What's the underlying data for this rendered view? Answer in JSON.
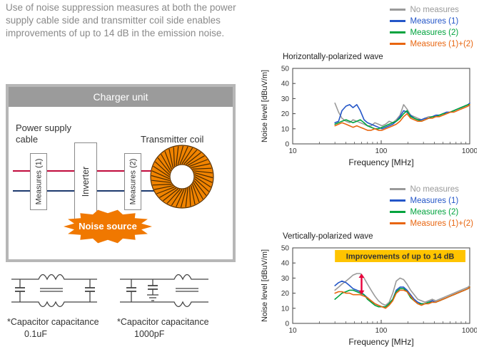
{
  "intro": {
    "text": "Use of noise suppression measures at both the power supply cable side and transmitter coil side enables improvements of up to 14 dB in the emission noise."
  },
  "diagram": {
    "title": "Charger unit",
    "power_supply_cable_label": "Power supply cable",
    "transmitter_coil_label": "Transmitter coil",
    "measures_1_label": "Measures (1)",
    "inverter_label": "Inverter",
    "measures_2_label": "Measures (2)",
    "noise_source_label": "Noise source",
    "colors": {
      "power_line_red": "#c00a3c",
      "power_line_blue": "#1d3a6e",
      "noise_source_orange": "#f07800",
      "coil_orange": "#f08300",
      "coil_winding_dark": "#4a2a00",
      "header_gray": "#9b9b9b"
    }
  },
  "schematics": [
    {
      "caption": "*Capacitor capacitance",
      "value": "0.1uF"
    },
    {
      "caption": "*Capacitor capacitance",
      "value": "1000pF"
    }
  ],
  "chart_data": [
    {
      "type": "line",
      "title": "Horizontally-polarized wave",
      "xlabel": "Frequency [MHz]",
      "ylabel": "Noise level [dBuV/m]",
      "xscale": "log",
      "xlim": [
        10,
        1000
      ],
      "ylim": [
        0,
        50
      ],
      "xticks": [
        10,
        100,
        1000
      ],
      "yticks": [
        0,
        10,
        20,
        30,
        40,
        50
      ],
      "grid": false,
      "legend_position": "top-right",
      "x": [
        30,
        33,
        36,
        40,
        44,
        48,
        53,
        58,
        64,
        70,
        77,
        85,
        93,
        102,
        112,
        123,
        135,
        148,
        163,
        179,
        196,
        215,
        236,
        259,
        285,
        313,
        343,
        377,
        414,
        454,
        499,
        548,
        601,
        660,
        724,
        795,
        873,
        958,
        1000
      ],
      "series": [
        {
          "name": "No measures",
          "color": "#9a9a9a",
          "values": [
            27,
            21,
            17,
            15,
            14,
            16,
            15,
            14,
            13,
            12,
            12,
            14,
            13,
            12,
            13,
            15,
            14,
            16,
            19,
            26,
            23,
            19,
            18,
            17,
            16,
            17,
            18,
            18,
            19,
            19,
            20,
            21,
            21,
            22,
            23,
            24,
            25,
            26,
            27
          ]
        },
        {
          "name": "Measures (1)",
          "color": "#2456c8",
          "values": [
            14,
            15,
            22,
            25,
            26,
            24,
            26,
            22,
            16,
            14,
            13,
            12,
            11,
            10,
            11,
            12,
            13,
            15,
            18,
            22,
            21,
            19,
            17,
            16,
            16,
            17,
            17,
            18,
            19,
            19,
            20,
            21,
            21,
            22,
            23,
            24,
            25,
            26,
            27
          ]
        },
        {
          "name": "Measures (2)",
          "color": "#00a33e",
          "values": [
            13,
            14,
            15,
            16,
            15,
            14,
            15,
            16,
            14,
            12,
            11,
            10,
            10,
            11,
            12,
            13,
            14,
            15,
            17,
            20,
            22,
            18,
            17,
            16,
            15,
            16,
            17,
            18,
            18,
            19,
            20,
            20,
            21,
            22,
            23,
            24,
            25,
            26,
            26
          ]
        },
        {
          "name": "Measures (1)+(2)",
          "color": "#e8650f",
          "values": [
            12,
            13,
            14,
            13,
            12,
            11,
            12,
            11,
            10,
            9,
            9,
            10,
            9,
            9,
            10,
            11,
            12,
            13,
            15,
            18,
            20,
            17,
            16,
            15,
            15,
            16,
            17,
            17,
            18,
            18,
            19,
            20,
            21,
            21,
            22,
            23,
            24,
            25,
            26
          ]
        }
      ]
    },
    {
      "type": "line",
      "title": "Vertically-polarized wave",
      "xlabel": "Frequency [MHz]",
      "ylabel": "Noise level [dBuV/m]",
      "xscale": "log",
      "xlim": [
        10,
        1000
      ],
      "ylim": [
        0,
        50
      ],
      "xticks": [
        10,
        100,
        1000
      ],
      "yticks": [
        0,
        10,
        20,
        30,
        40,
        50
      ],
      "grid": false,
      "legend_position": "top-right",
      "annotation": {
        "text": "Improvements of up to 14 dB",
        "bg": "#ffc400",
        "text_color": "#333333",
        "arrow": {
          "color": "#e8003a",
          "x": 60,
          "y_from": 19,
          "y_to": 33
        }
      },
      "x": [
        30,
        33,
        36,
        40,
        44,
        48,
        53,
        58,
        64,
        70,
        77,
        85,
        93,
        102,
        112,
        123,
        135,
        148,
        163,
        179,
        196,
        215,
        236,
        259,
        285,
        313,
        343,
        377,
        414,
        454,
        499,
        548,
        601,
        660,
        724,
        795,
        873,
        958,
        1000
      ],
      "series": [
        {
          "name": "No measures",
          "color": "#9a9a9a",
          "values": [
            22,
            24,
            26,
            28,
            30,
            32,
            33,
            33,
            30,
            26,
            22,
            18,
            15,
            13,
            12,
            14,
            20,
            28,
            30,
            29,
            26,
            22,
            19,
            16,
            15,
            14,
            15,
            16,
            15,
            16,
            17,
            18,
            19,
            20,
            21,
            22,
            23,
            24,
            25
          ]
        },
        {
          "name": "Measures (1)",
          "color": "#2456c8",
          "values": [
            25,
            27,
            28,
            27,
            25,
            23,
            22,
            21,
            19,
            17,
            15,
            13,
            12,
            11,
            11,
            13,
            16,
            22,
            24,
            24,
            22,
            19,
            16,
            14,
            13,
            13,
            14,
            15,
            14,
            15,
            16,
            17,
            18,
            19,
            20,
            21,
            22,
            23,
            24
          ]
        },
        {
          "name": "Measures (2)",
          "color": "#00a33e",
          "values": [
            16,
            18,
            20,
            21,
            22,
            22,
            21,
            20,
            19,
            16,
            14,
            12,
            11,
            11,
            11,
            13,
            16,
            21,
            23,
            23,
            21,
            17,
            15,
            13,
            13,
            13,
            14,
            14,
            14,
            15,
            16,
            17,
            18,
            19,
            20,
            21,
            22,
            23,
            24
          ]
        },
        {
          "name": "Measures (1)+(2)",
          "color": "#e8650f",
          "values": [
            20,
            21,
            21,
            20,
            20,
            19,
            19,
            19,
            18,
            17,
            15,
            13,
            12,
            11,
            10,
            12,
            15,
            20,
            22,
            22,
            21,
            18,
            15,
            13,
            12,
            13,
            13,
            14,
            14,
            15,
            16,
            17,
            18,
            19,
            20,
            21,
            22,
            23,
            24
          ]
        }
      ]
    }
  ]
}
